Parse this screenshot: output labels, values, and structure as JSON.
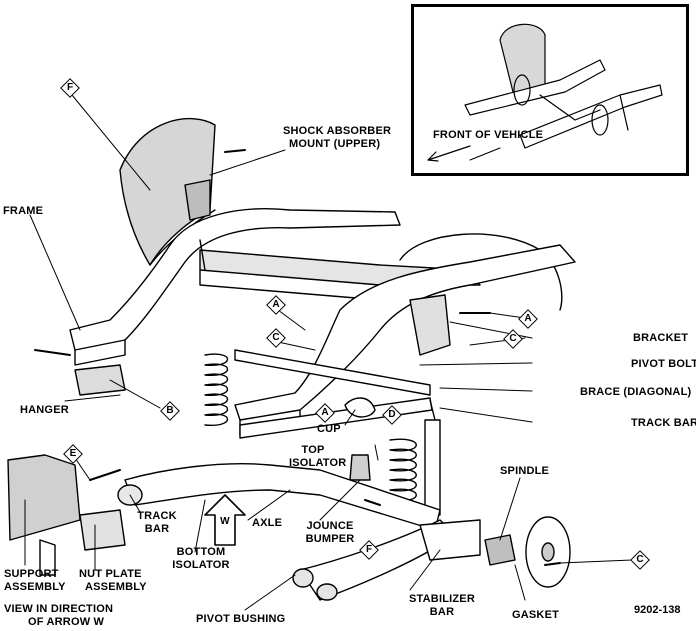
{
  "labels": {
    "shock_mount_1": "SHOCK ABSORBER",
    "shock_mount_2": "MOUNT (UPPER)",
    "frame": "FRAME",
    "front_of_vehicle": "FRONT OF VEHICLE",
    "bracket": "BRACKET",
    "pivot_bolt": "PIVOT BOLT",
    "brace_diagonal": "BRACE (DIAGONAL)",
    "track_bar_right": "TRACK BAR",
    "hanger": "HANGER",
    "cup": "CUP",
    "top_isolator_1": "TOP",
    "top_isolator_2": "ISOLATOR",
    "spindle": "SPINDLE",
    "track_bar_left_1": "TRACK",
    "track_bar_left_2": "BAR",
    "axle": "AXLE",
    "jounce_1": "JOUNCE",
    "jounce_2": "BUMPER",
    "bottom_isolator_1": "BOTTOM",
    "bottom_isolator_2": "ISOLATOR",
    "support_1": "SUPPORT",
    "support_2": "ASSEMBLY",
    "nut_plate_1": "NUT PLATE",
    "nut_plate_2": "ASSEMBLY",
    "view_1": "VIEW IN DIRECTION",
    "view_2": "OF ARROW W",
    "pivot_bushing": "PIVOT BUSHING",
    "stabilizer_1": "STABILIZER",
    "stabilizer_2": "BAR",
    "gasket": "GASKET",
    "arrow_w": "W"
  },
  "callouts": {
    "f_top": "F",
    "a_upper": "A",
    "a_right": "A",
    "c_upper": "C",
    "c_right": "C",
    "b_hanger": "B",
    "a_cup": "A",
    "d_cup": "D",
    "e_left": "E",
    "f_bottom": "F",
    "c_bottom": "C"
  },
  "figure_number": "9202-138"
}
